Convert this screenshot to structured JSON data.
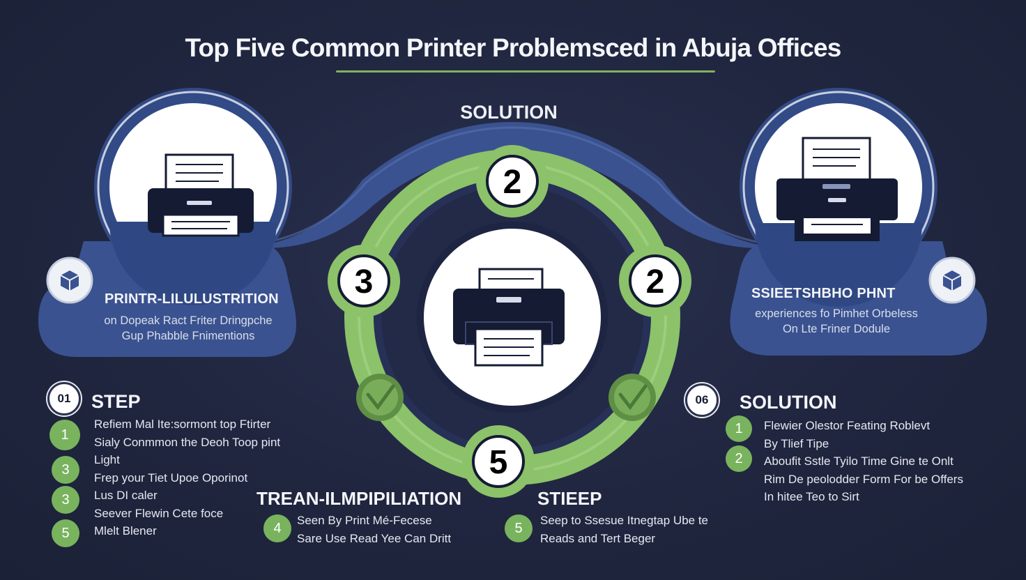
{
  "title": "Top Five Common Printer Problemsced in Abuja Offices",
  "arc_label": "SOLUTION",
  "ring_numbers": {
    "top": "2",
    "left": "3",
    "right": "2",
    "bottom": "5"
  },
  "left_banner": {
    "title": "PRINTR-LILULUSTRITION",
    "lines": [
      "on Dopeak Ract Friter Dringpche",
      "Gup Phabble Fnimentions"
    ]
  },
  "right_banner": {
    "title": "SSIEETSHBHO PHNT",
    "lines": [
      "experiences fo Pimhet Orbeless",
      "On Lte Friner Dodule"
    ]
  },
  "left_section": {
    "marker": "01",
    "heading": "STEP",
    "lines": [
      "Refiem Mal Ite:sormont top Ftirter",
      "Sialy Conmmon the Deoh Toop pint",
      "Light",
      "Frep your Tiet Upoe Oporinot",
      "Lus DI caler",
      "Seever Flewin Cete foce",
      "Mlelt Blener"
    ],
    "badges": [
      "1",
      "3",
      "3",
      "5"
    ]
  },
  "right_section": {
    "marker": "06",
    "heading": "SOLUTION",
    "lines": [
      "Flewier Olestor Feating Roblevt",
      "By Tlief Tipe",
      "Aboufit Sstle Tyilo Time Gine te Onlt",
      "Rim De peolodder Form For be Offers",
      "In hitee Teo to Sirt"
    ],
    "badges": [
      "1",
      "2"
    ]
  },
  "bottom_left": {
    "heading": "TREAN-ILMPIPILIATION",
    "badge": "4",
    "lines": [
      "Seen By Print Mé-Fecese",
      "Sare Use Read Yee Can Dritt"
    ]
  },
  "bottom_right": {
    "heading": "STIEEP",
    "badge": "5",
    "lines": [
      "Seep to Ssesue Itnegtap Ube te",
      "Reads and Tert Beger"
    ]
  },
  "colors": {
    "background": "#20263f",
    "navy_band": "#3c5491",
    "ring_green": "#8cc26a",
    "badge_green": "#79b35e",
    "dark_ink": "#141b33"
  },
  "icons": {
    "printer": "printer-icon",
    "cube": "cube-icon",
    "check": "check-icon"
  }
}
